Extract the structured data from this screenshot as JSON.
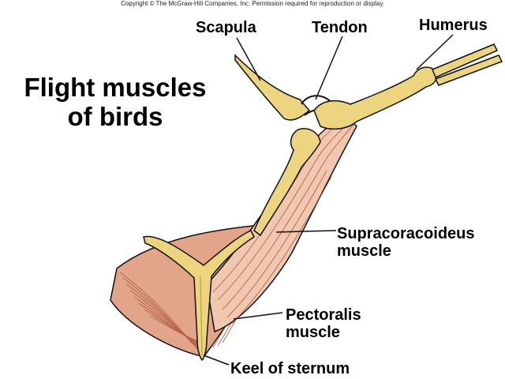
{
  "copyright": "Copyright © The McGraw-Hill Companies, Inc. Permission required for reproduction or display.",
  "title": {
    "line1": "Flight muscles",
    "line2": "of birds"
  },
  "labels": {
    "scapula": "Scapula",
    "tendon": "Tendon",
    "humerus": "Humerus",
    "supracoracoideus_line1": "Supracoracoideus",
    "supracoracoideus_line2": "muscle",
    "pectoralis_line1": "Pectoralis",
    "pectoralis_line2": "muscle",
    "keel": "Keel of sternum"
  },
  "colors": {
    "bone": "#ecd57e",
    "bone_shadow": "#c7a948",
    "muscle": "#e2a58a",
    "muscle_light": "#f1c7b0",
    "muscle_stripe": "#a9553d",
    "outline": "#111111"
  }
}
